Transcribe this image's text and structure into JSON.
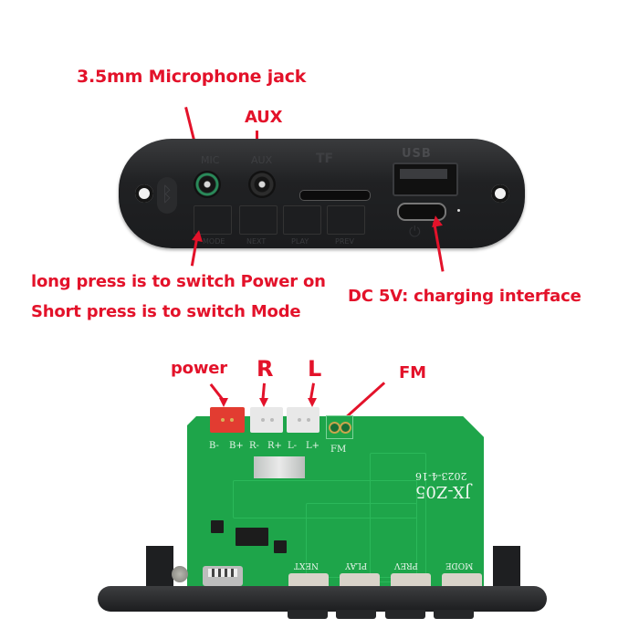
{
  "callouts": {
    "mic_jack": "3.5mm  Microphone jack",
    "aux": "AUX",
    "power_button_long": "long press is to switch Power on",
    "power_button_short": "Short press is to switch Mode",
    "dc_charging": "DC 5V: charging interface",
    "power_connector": "power",
    "right_channel": "R",
    "left_channel": "L",
    "fm": "FM"
  },
  "panel": {
    "jack_labels": [
      "MIC",
      "AUX"
    ],
    "tf_label": "TF",
    "usb_label": "USB",
    "button_labels": [
      "MODE",
      "NEXT",
      "PLAY",
      "PREV"
    ]
  },
  "pcb": {
    "connector_labels": [
      "B-",
      "B+",
      "R-",
      "R+",
      "L-",
      "L+"
    ],
    "fm_label": "FM",
    "model": "JX-Z05",
    "date": "2023-4-16",
    "tact_labels": [
      "NEXT",
      "PLAY",
      "PREV",
      "MODE"
    ]
  },
  "colors": {
    "callout_red": "#e3122a",
    "pcb_green": "#1ea54a",
    "panel_black": "#1f2022",
    "power_connector_red": "#e23c31"
  }
}
